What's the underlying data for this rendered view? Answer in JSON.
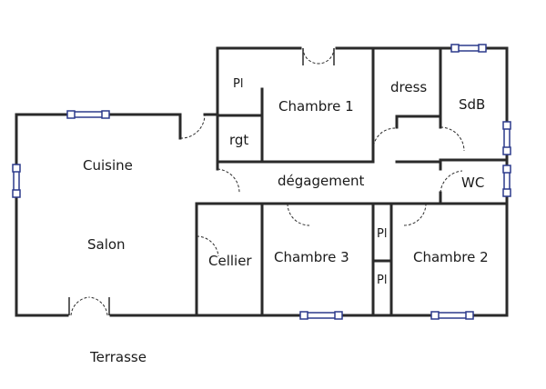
{
  "rooms": {
    "cuisine": "Cuisine",
    "salon": "Salon",
    "placard_1": "Pl",
    "chambre_1": "Chambre 1",
    "dress": "dress",
    "sdb": "SdB",
    "rgt": "rgt",
    "degagement": "dégagement",
    "wc": "WC",
    "cellier": "Cellier",
    "chambre_3": "Chambre 3",
    "placard_2": "Pl",
    "placard_3": "Pl",
    "chambre_2": "Chambre 2"
  },
  "outside": {
    "terrasse": "Terrasse"
  },
  "colors": {
    "wall": "#2a2a2a",
    "window": "#2c3a8c",
    "text": "#1a1a1a",
    "background": "#ffffff"
  }
}
